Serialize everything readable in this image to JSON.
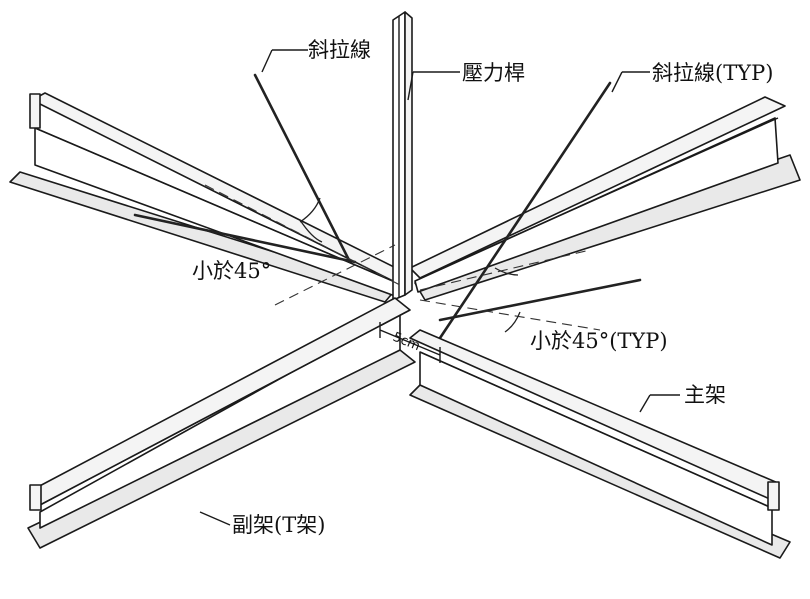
{
  "labels": {
    "diagonal_wire": "斜拉線",
    "compression_rod": "壓力桿",
    "diagonal_wire_typ": "斜拉線(TYP)",
    "angle_left": "小於45°",
    "angle_right": "小於45°(TYP)",
    "main_runner": "主架",
    "cross_tee": "副架(T架)",
    "dimension": "5cm"
  },
  "colors": {
    "line": "#1a1a1a",
    "background": "#ffffff"
  }
}
